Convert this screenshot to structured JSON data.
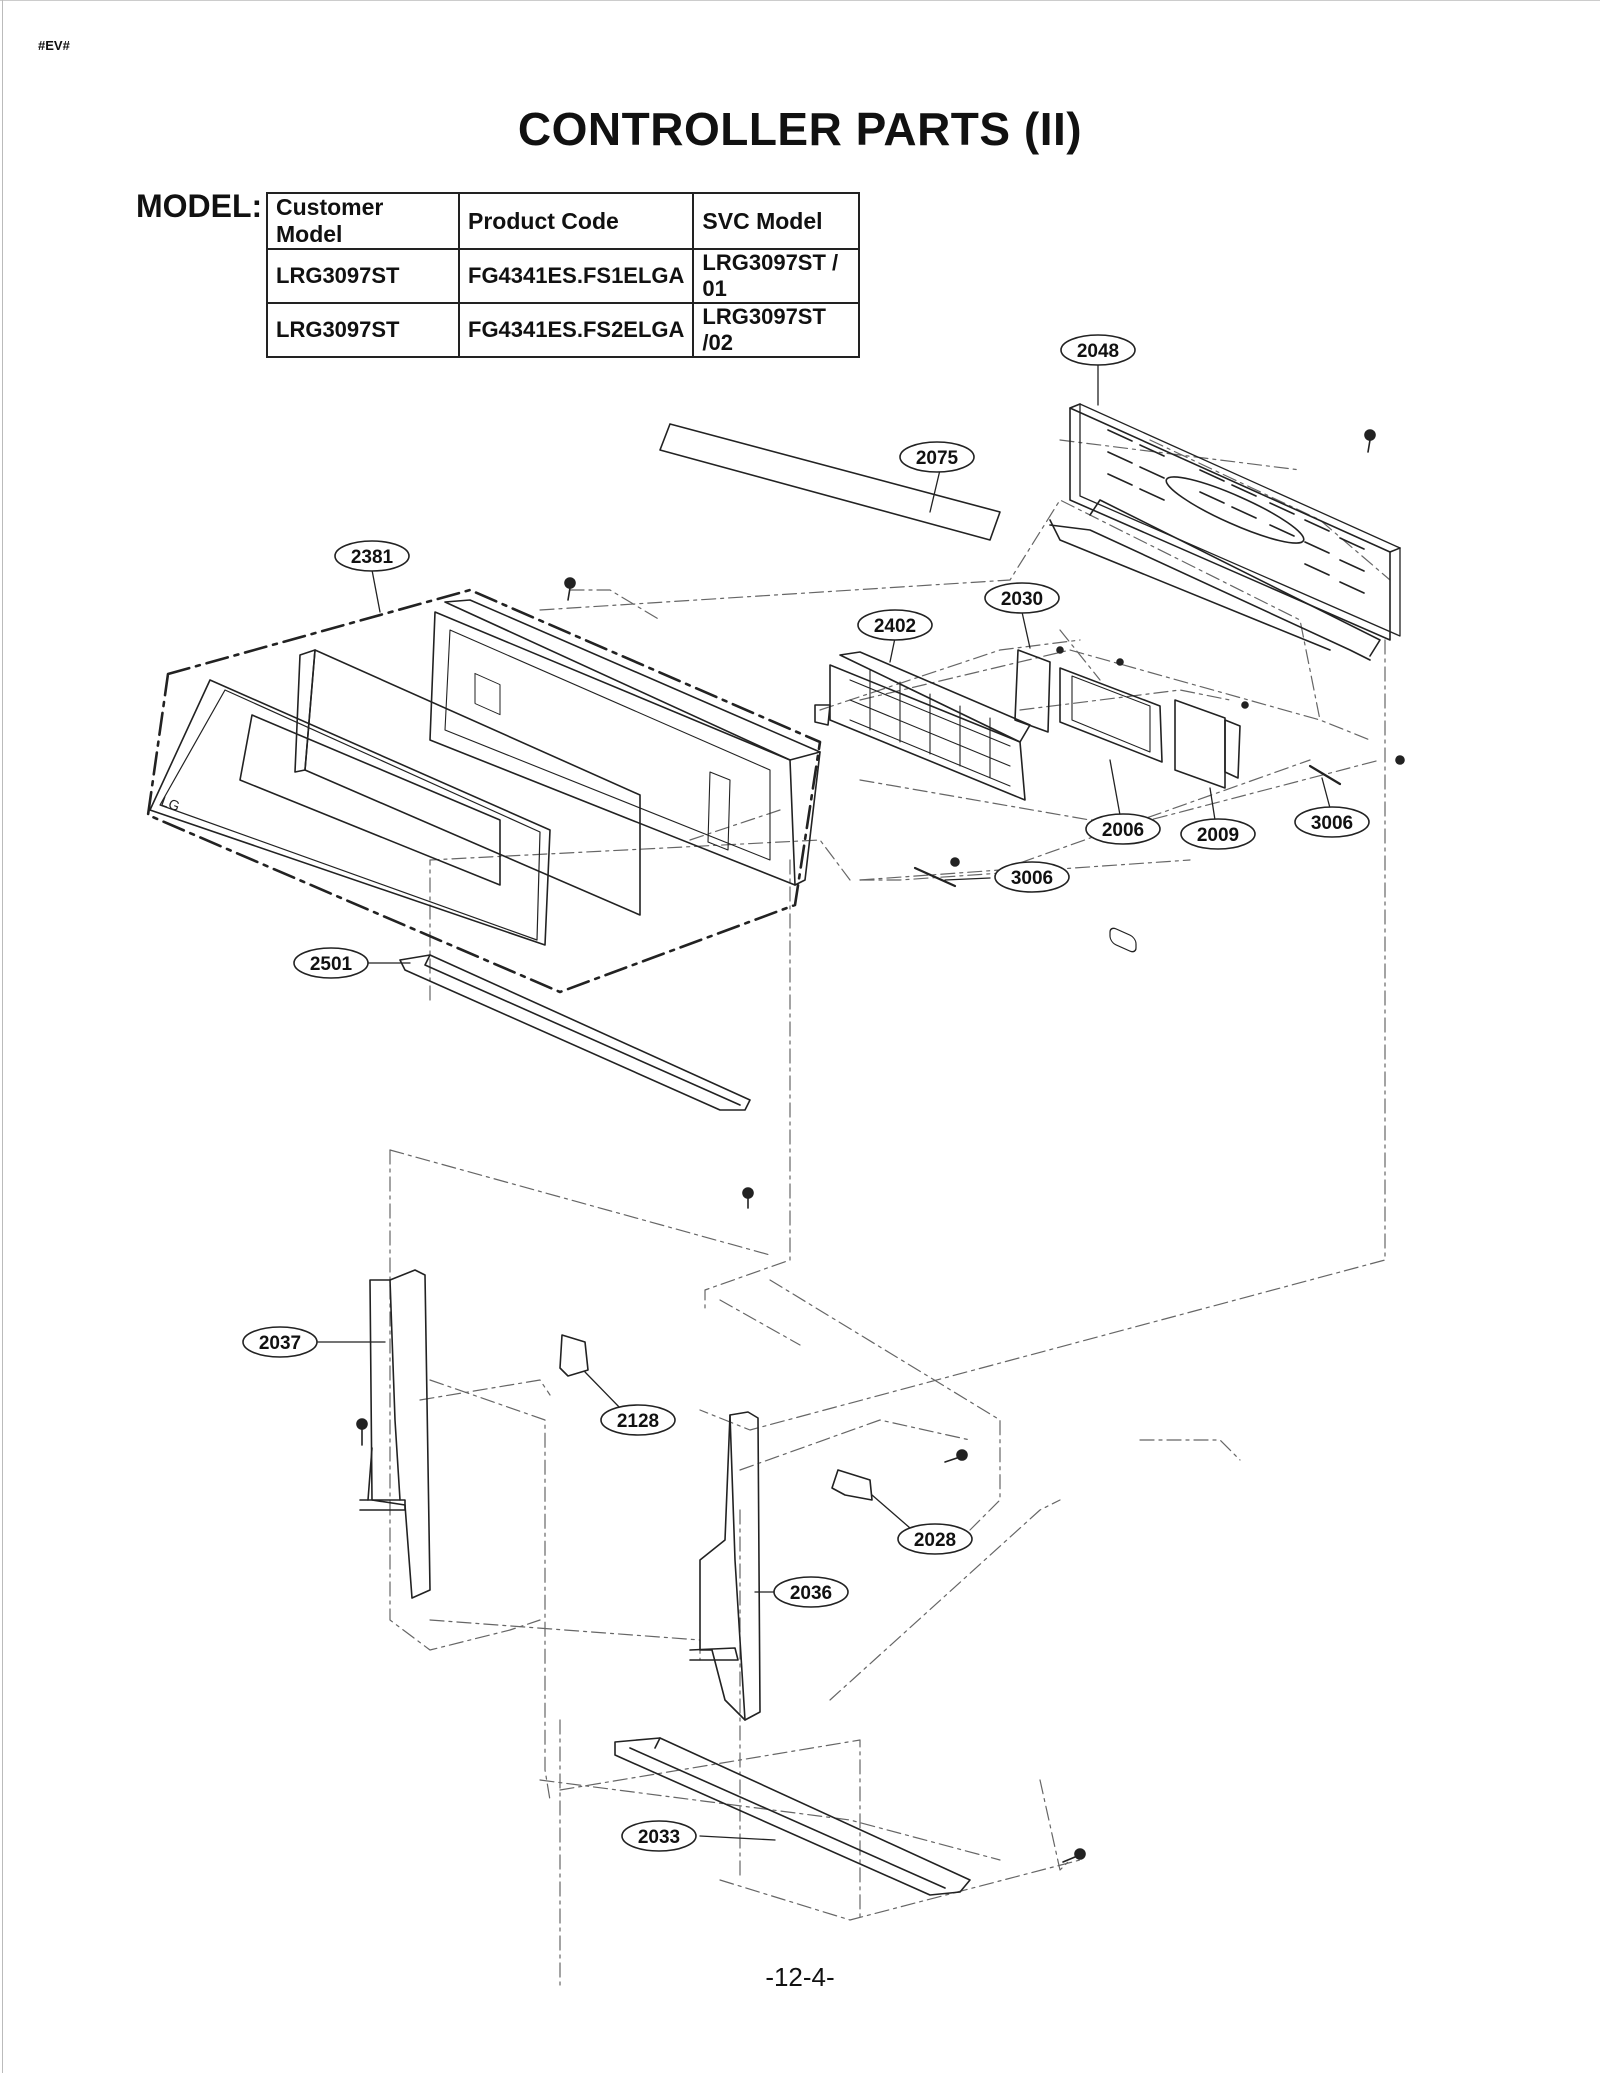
{
  "header": {
    "code_tag": "#EV#",
    "title": "CONTROLLER PARTS (II)"
  },
  "model": {
    "label": "MODEL:",
    "columns": [
      "Customer Model",
      "Product Code",
      "SVC Model"
    ],
    "rows": [
      [
        "LRG3097ST",
        "FG4341ES.FS1ELGA",
        "LRG3097ST / 01"
      ],
      [
        "LRG3097ST",
        "FG4341ES.FS2ELGA",
        "LRG3097ST /02"
      ]
    ]
  },
  "callouts": {
    "p2048": "2048",
    "p2075": "2075",
    "p2381": "2381",
    "p2030": "2030",
    "p2402": "2402",
    "p2006": "2006",
    "p2009": "2009",
    "p3006a": "3006",
    "p3006b": "3006",
    "p2501": "2501",
    "p2037": "2037",
    "p2128": "2128",
    "p2028": "2028",
    "p2036": "2036",
    "p2033": "2033"
  },
  "footer": {
    "page_number": "-12-4-"
  }
}
